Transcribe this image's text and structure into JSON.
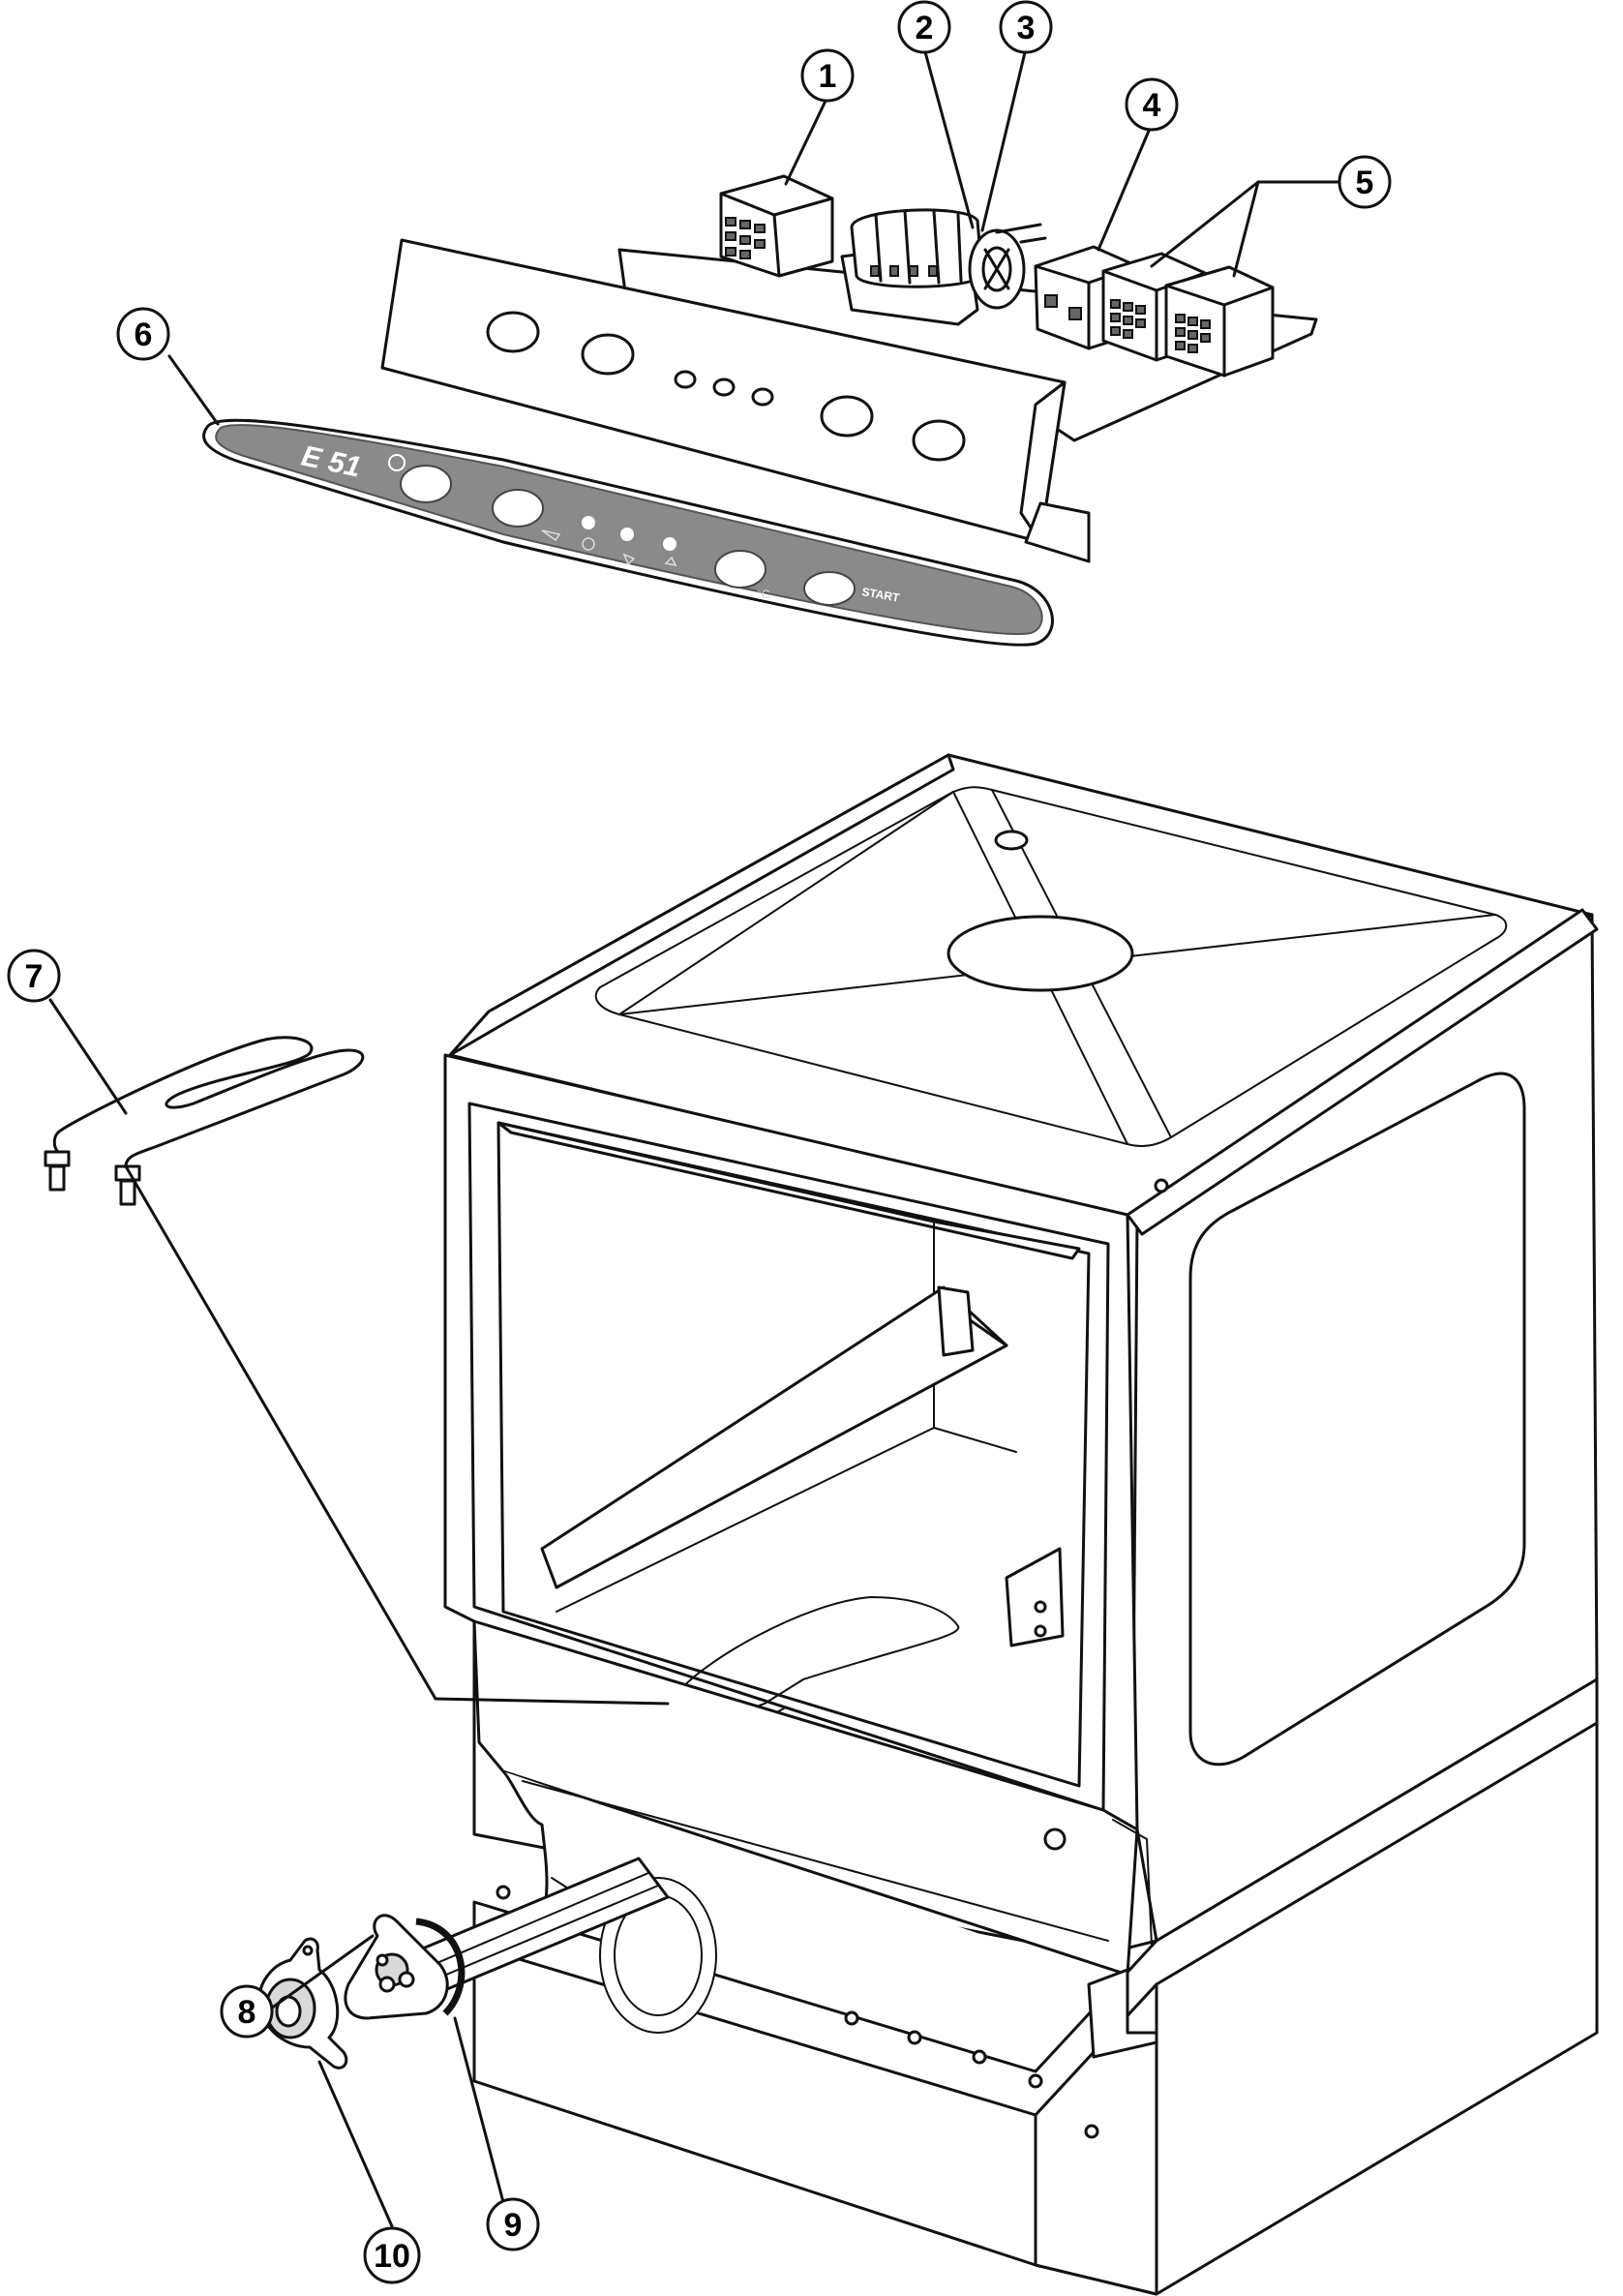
{
  "diagram": {
    "callouts": [
      {
        "number": "1"
      },
      {
        "number": "2"
      },
      {
        "number": "3"
      },
      {
        "number": "4"
      },
      {
        "number": "5"
      },
      {
        "number": "6"
      },
      {
        "number": "7"
      },
      {
        "number": "8"
      },
      {
        "number": "9"
      },
      {
        "number": "10"
      }
    ],
    "control_panel": {
      "model_label": "E 51",
      "start_label": "START"
    }
  },
  "colors": {
    "line": "#111111",
    "panel_fill": "#8a8a8a",
    "background": "#ffffff"
  }
}
